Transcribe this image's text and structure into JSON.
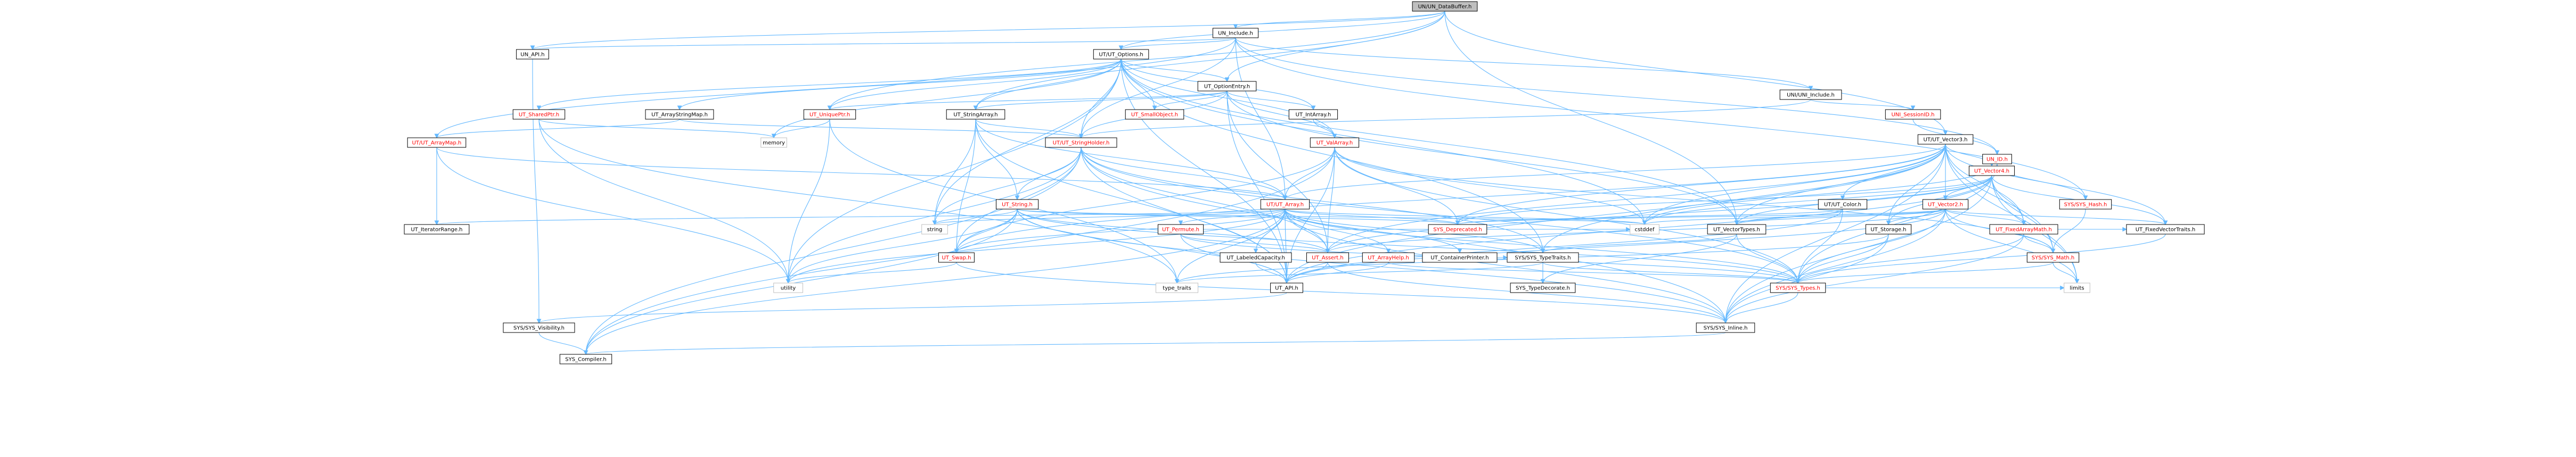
{
  "graph": {
    "nodes": [
      {
        "id": "root",
        "label": "UN/UN_DataBuffer.h",
        "kind": "root"
      },
      {
        "id": "un_include",
        "label": "UN_Include.h",
        "kind": "normal"
      },
      {
        "id": "un_api",
        "label": "UN_API.h",
        "kind": "normal"
      },
      {
        "id": "ut_options",
        "label": "UT/UT_Options.h",
        "kind": "normal"
      },
      {
        "id": "uni_include",
        "label": "UNI/UNI_Include.h",
        "kind": "normal"
      },
      {
        "id": "ut_vector3",
        "label": "UT/UT_Vector3.h",
        "kind": "normal"
      },
      {
        "id": "ut_optionentry",
        "label": "UT_OptionEntry.h",
        "kind": "normal"
      },
      {
        "id": "ut_sharedptr",
        "label": "UT_SharedPtr.h",
        "kind": "red"
      },
      {
        "id": "ut_arraystringmap",
        "label": "UT_ArrayStringMap.h",
        "kind": "normal"
      },
      {
        "id": "ut_uniqueptr",
        "label": "UT_UniquePtr.h",
        "kind": "red"
      },
      {
        "id": "ut_stringarray",
        "label": "UT_StringArray.h",
        "kind": "normal"
      },
      {
        "id": "ut_smallobject",
        "label": "UT_SmallObject.h",
        "kind": "red"
      },
      {
        "id": "ut_intarray",
        "label": "UT_IntArray.h",
        "kind": "normal"
      },
      {
        "id": "uni_sessionid",
        "label": "UNI_SessionID.h",
        "kind": "red"
      },
      {
        "id": "un_id",
        "label": "UN_ID.h",
        "kind": "red"
      },
      {
        "id": "ut_arraymap",
        "label": "UT/UT_ArrayMap.h",
        "kind": "red"
      },
      {
        "id": "memory",
        "label": "memory",
        "kind": "sys"
      },
      {
        "id": "ut_stringholder",
        "label": "UT/UT_StringHolder.h",
        "kind": "red"
      },
      {
        "id": "ut_valarray",
        "label": "UT_ValArray.h",
        "kind": "red"
      },
      {
        "id": "ut_vector4",
        "label": "UT_Vector4.h",
        "kind": "red"
      },
      {
        "id": "ut_string",
        "label": "UT_String.h",
        "kind": "red"
      },
      {
        "id": "ut_array",
        "label": "UT/UT_Array.h",
        "kind": "red"
      },
      {
        "id": "ut_color",
        "label": "UT/UT_Color.h",
        "kind": "normal"
      },
      {
        "id": "ut_vector2",
        "label": "UT_Vector2.h",
        "kind": "red"
      },
      {
        "id": "sys_hash",
        "label": "SYS/SYS_Hash.h",
        "kind": "red"
      },
      {
        "id": "ut_iteratorrange",
        "label": "UT_IteratorRange.h",
        "kind": "normal"
      },
      {
        "id": "string",
        "label": "string",
        "kind": "sys"
      },
      {
        "id": "ut_permute",
        "label": "UT_Permute.h",
        "kind": "red"
      },
      {
        "id": "sys_deprecated",
        "label": "SYS_Deprecated.h",
        "kind": "red"
      },
      {
        "id": "cstddef",
        "label": "cstddef",
        "kind": "sys"
      },
      {
        "id": "ut_vectortypes",
        "label": "UT_VectorTypes.h",
        "kind": "normal"
      },
      {
        "id": "ut_storage",
        "label": "UT_Storage.h",
        "kind": "normal"
      },
      {
        "id": "ut_fixedarraymath",
        "label": "UT_FixedArrayMath.h",
        "kind": "red"
      },
      {
        "id": "ut_fixedvectortraits",
        "label": "UT_FixedVectorTraits.h",
        "kind": "normal"
      },
      {
        "id": "ut_swap",
        "label": "UT_Swap.h",
        "kind": "red"
      },
      {
        "id": "ut_labeledcapacity",
        "label": "UT_LabeledCapacity.h",
        "kind": "normal"
      },
      {
        "id": "ut_assert",
        "label": "UT_Assert.h",
        "kind": "red"
      },
      {
        "id": "ut_arrayhelp",
        "label": "UT_ArrayHelp.h",
        "kind": "red"
      },
      {
        "id": "ut_containerprinter",
        "label": "UT_ContainerPrinter.h",
        "kind": "normal"
      },
      {
        "id": "sys_typetraits",
        "label": "SYS/SYS_TypeTraits.h",
        "kind": "normal"
      },
      {
        "id": "sys_math",
        "label": "SYS/SYS_Math.h",
        "kind": "red"
      },
      {
        "id": "utility",
        "label": "utility",
        "kind": "sys"
      },
      {
        "id": "type_traits",
        "label": "type_traits",
        "kind": "sys"
      },
      {
        "id": "ut_api",
        "label": "UT_API.h",
        "kind": "normal"
      },
      {
        "id": "sys_typedecorate",
        "label": "SYS_TypeDecorate.h",
        "kind": "normal"
      },
      {
        "id": "sys_types",
        "label": "SYS/SYS_Types.h",
        "kind": "red"
      },
      {
        "id": "limits",
        "label": "limits",
        "kind": "sys"
      },
      {
        "id": "sys_visibility",
        "label": "SYS/SYS_Visibility.h",
        "kind": "normal"
      },
      {
        "id": "sys_inline",
        "label": "SYS/SYS_Inline.h",
        "kind": "normal"
      },
      {
        "id": "sys_compiler",
        "label": "SYS_Compiler.h",
        "kind": "normal"
      }
    ],
    "edges": [
      [
        "root",
        "un_include"
      ],
      [
        "root",
        "un_api"
      ],
      [
        "root",
        "ut_options"
      ],
      [
        "root",
        "ut_stringarray"
      ],
      [
        "root",
        "ut_uniqueptr"
      ],
      [
        "root",
        "ut_optionentry"
      ],
      [
        "root",
        "ut_vector3"
      ],
      [
        "root",
        "ut_vectortypes"
      ],
      [
        "un_include",
        "un_api"
      ],
      [
        "un_include",
        "ut_options"
      ],
      [
        "un_include",
        "uni_include"
      ],
      [
        "un_include",
        "ut_arraymap"
      ],
      [
        "un_include",
        "ut_stringholder"
      ],
      [
        "un_include",
        "ut_array"
      ],
      [
        "un_include",
        "un_id"
      ],
      [
        "un_include",
        "sys_hash"
      ],
      [
        "un_api",
        "sys_visibility"
      ],
      [
        "ut_options",
        "ut_optionentry"
      ],
      [
        "ut_options",
        "ut_sharedptr"
      ],
      [
        "ut_options",
        "ut_arraystringmap"
      ],
      [
        "ut_options",
        "ut_uniqueptr"
      ],
      [
        "ut_options",
        "ut_stringarray"
      ],
      [
        "ut_options",
        "ut_smallobject"
      ],
      [
        "ut_options",
        "ut_intarray"
      ],
      [
        "ut_options",
        "ut_stringholder"
      ],
      [
        "ut_options",
        "ut_valarray"
      ],
      [
        "ut_options",
        "ut_vectortypes"
      ],
      [
        "ut_options",
        "ut_api"
      ],
      [
        "ut_options",
        "utility"
      ],
      [
        "ut_options",
        "string"
      ],
      [
        "ut_options",
        "memory"
      ],
      [
        "ut_options",
        "cstddef"
      ],
      [
        "ut_options",
        "sys_typetraits"
      ],
      [
        "ut_optionentry",
        "ut_uniqueptr"
      ],
      [
        "ut_optionentry",
        "ut_stringarray"
      ],
      [
        "ut_optionentry",
        "ut_smallobject"
      ],
      [
        "ut_optionentry",
        "ut_intarray"
      ],
      [
        "ut_optionentry",
        "ut_stringholder"
      ],
      [
        "ut_optionentry",
        "ut_valarray"
      ],
      [
        "ut_optionentry",
        "ut_vectortypes"
      ],
      [
        "ut_optionentry",
        "ut_api"
      ],
      [
        "ut_optionentry",
        "ut_assert"
      ],
      [
        "ut_sharedptr",
        "memory"
      ],
      [
        "ut_sharedptr",
        "type_traits"
      ],
      [
        "ut_sharedptr",
        "utility"
      ],
      [
        "ut_arraystringmap",
        "ut_arraymap"
      ],
      [
        "ut_arraystringmap",
        "ut_stringholder"
      ],
      [
        "ut_uniqueptr",
        "memory"
      ],
      [
        "ut_uniqueptr",
        "type_traits"
      ],
      [
        "ut_uniqueptr",
        "utility"
      ],
      [
        "ut_stringarray",
        "ut_string"
      ],
      [
        "ut_stringarray",
        "ut_stringholder"
      ],
      [
        "ut_stringarray",
        "ut_array"
      ],
      [
        "ut_stringarray",
        "ut_swap"
      ],
      [
        "ut_stringarray",
        "ut_api"
      ],
      [
        "ut_stringarray",
        "string"
      ],
      [
        "ut_intarray",
        "ut_valarray"
      ],
      [
        "ut_valarray",
        "ut_array"
      ],
      [
        "ut_valarray",
        "ut_swap"
      ],
      [
        "ut_valarray",
        "ut_assert"
      ],
      [
        "ut_valarray",
        "ut_api"
      ],
      [
        "ut_valarray",
        "sys_math"
      ],
      [
        "ut_valarray",
        "sys_types"
      ],
      [
        "ut_valarray",
        "cstddef"
      ],
      [
        "ut_valarray",
        "sys_deprecated"
      ],
      [
        "ut_valarray",
        "sys_compiler"
      ],
      [
        "ut_arraymap",
        "ut_array"
      ],
      [
        "ut_arraymap",
        "ut_iteratorrange"
      ],
      [
        "ut_arraymap",
        "utility"
      ],
      [
        "ut_stringholder",
        "ut_array"
      ],
      [
        "ut_stringholder",
        "ut_string"
      ],
      [
        "ut_stringholder",
        "ut_swap"
      ],
      [
        "ut_stringholder",
        "sys_compiler"
      ],
      [
        "ut_stringholder",
        "sys_inline"
      ],
      [
        "ut_stringholder",
        "sys_typetraits"
      ],
      [
        "ut_stringholder",
        "string"
      ],
      [
        "ut_stringholder",
        "utility"
      ],
      [
        "ut_stringholder",
        "ut_api"
      ],
      [
        "ut_stringholder",
        "ut_assert"
      ],
      [
        "ut_stringholder",
        "sys_types"
      ],
      [
        "ut_string",
        "ut_api"
      ],
      [
        "ut_string",
        "ut_assert"
      ],
      [
        "ut_string",
        "ut_swap"
      ],
      [
        "ut_string",
        "sys_inline"
      ],
      [
        "ut_string",
        "sys_types"
      ],
      [
        "ut_string",
        "sys_deprecated"
      ],
      [
        "ut_string",
        "string"
      ],
      [
        "ut_string",
        "cstddef"
      ],
      [
        "ut_string",
        "utility"
      ],
      [
        "ut_string",
        "sys_compiler"
      ],
      [
        "ut_array",
        "ut_arrayhelp"
      ],
      [
        "ut_array",
        "ut_assert"
      ],
      [
        "ut_array",
        "ut_containerprinter"
      ],
      [
        "ut_array",
        "ut_iteratorrange"
      ],
      [
        "ut_array",
        "ut_labeledcapacity"
      ],
      [
        "ut_array",
        "ut_permute"
      ],
      [
        "ut_array",
        "ut_api"
      ],
      [
        "ut_array",
        "sys_compiler"
      ],
      [
        "ut_array",
        "sys_deprecated"
      ],
      [
        "ut_array",
        "sys_inline"
      ],
      [
        "ut_array",
        "sys_typetraits"
      ],
      [
        "ut_array",
        "sys_types"
      ],
      [
        "ut_array",
        "string"
      ],
      [
        "ut_array",
        "cstddef"
      ],
      [
        "ut_array",
        "utility"
      ],
      [
        "ut_array",
        "type_traits"
      ],
      [
        "ut_array",
        "ut_swap"
      ],
      [
        "ut_permute",
        "ut_api"
      ],
      [
        "ut_permute",
        "ut_assert"
      ],
      [
        "ut_permute",
        "sys_types"
      ],
      [
        "ut_permute",
        "cstddef"
      ],
      [
        "ut_arrayhelp",
        "ut_api"
      ],
      [
        "ut_arrayhelp",
        "sys_types"
      ],
      [
        "ut_labeledcapacity",
        "ut_api"
      ],
      [
        "ut_containerprinter",
        "sys_typetraits"
      ],
      [
        "ut_swap",
        "utility"
      ],
      [
        "ut_swap",
        "sys_inline"
      ],
      [
        "ut_assert",
        "ut_api"
      ],
      [
        "ut_assert",
        "sys_inline"
      ],
      [
        "ut_api",
        "sys_visibility"
      ],
      [
        "sys_typetraits",
        "sys_typedecorate"
      ],
      [
        "sys_typetraits",
        "sys_types"
      ],
      [
        "sys_typetraits",
        "type_traits"
      ],
      [
        "sys_types",
        "sys_inline"
      ],
      [
        "sys_types",
        "limits"
      ],
      [
        "sys_inline",
        "sys_compiler"
      ],
      [
        "sys_visibility",
        "sys_compiler"
      ],
      [
        "uni_include",
        "uni_sessionid"
      ],
      [
        "uni_include",
        "ut_stringholder"
      ],
      [
        "uni_sessionid",
        "un_id"
      ],
      [
        "un_id",
        "sys_hash"
      ],
      [
        "un_id",
        "sys_types"
      ],
      [
        "un_id",
        "cstddef"
      ],
      [
        "sys_hash",
        "sys_math"
      ],
      [
        "sys_math",
        "sys_types"
      ],
      [
        "sys_math",
        "limits"
      ],
      [
        "ut_vector3",
        "ut_vector4"
      ],
      [
        "ut_vector3",
        "ut_vector2"
      ],
      [
        "ut_vector3",
        "ut_assert"
      ],
      [
        "ut_vector3",
        "ut_fixedvectortraits"
      ],
      [
        "ut_vector3",
        "ut_storage"
      ],
      [
        "ut_vector3",
        "ut_vectortypes"
      ],
      [
        "ut_vector3",
        "sys_math"
      ],
      [
        "ut_vector3",
        "sys_deprecated"
      ],
      [
        "ut_vector3",
        "sys_inline"
      ],
      [
        "ut_vector3",
        "sys_typetraits"
      ],
      [
        "ut_vector3",
        "ut_api"
      ],
      [
        "ut_vector3",
        "ut_fixedarraymath"
      ],
      [
        "ut_vector3",
        "cstddef"
      ],
      [
        "ut_vector3",
        "limits"
      ],
      [
        "ut_vector3",
        "ut_color"
      ],
      [
        "ut_vector3",
        "ut_swap"
      ],
      [
        "ut_vector3",
        "ut_array"
      ],
      [
        "ut_vector4",
        "ut_vector2"
      ],
      [
        "ut_vector4",
        "ut_vectortypes"
      ],
      [
        "ut_vector4",
        "ut_storage"
      ],
      [
        "ut_vector4",
        "ut_assert"
      ],
      [
        "ut_vector4",
        "ut_fixedvectortraits"
      ],
      [
        "ut_vector4",
        "ut_fixedarraymath"
      ],
      [
        "ut_vector4",
        "sys_math"
      ],
      [
        "ut_vector4",
        "sys_inline"
      ],
      [
        "ut_vector4",
        "sys_deprecated"
      ],
      [
        "ut_vector4",
        "ut_api"
      ],
      [
        "ut_vector4",
        "cstddef"
      ],
      [
        "ut_vector4",
        "limits"
      ],
      [
        "ut_vector2",
        "ut_vectortypes"
      ],
      [
        "ut_vector2",
        "ut_storage"
      ],
      [
        "ut_vector2",
        "ut_assert"
      ],
      [
        "ut_vector2",
        "ut_fixedvectortraits"
      ],
      [
        "ut_vector2",
        "ut_fixedarraymath"
      ],
      [
        "ut_vector2",
        "sys_math"
      ],
      [
        "ut_vector2",
        "sys_inline"
      ],
      [
        "ut_vector2",
        "sys_deprecated"
      ],
      [
        "ut_vector2",
        "ut_api"
      ],
      [
        "ut_vector2",
        "cstddef"
      ],
      [
        "ut_vector2",
        "limits"
      ],
      [
        "ut_vector2",
        "sys_types"
      ],
      [
        "ut_color",
        "ut_vectortypes"
      ],
      [
        "ut_color",
        "ut_api"
      ],
      [
        "ut_color",
        "sys_types"
      ],
      [
        "ut_color",
        "sys_deprecated"
      ],
      [
        "ut_vectortypes",
        "sys_types"
      ],
      [
        "ut_vectortypes",
        "sys_typedecorate"
      ],
      [
        "ut_vectortypes",
        "sys_typetraits"
      ],
      [
        "ut_storage",
        "sys_types"
      ],
      [
        "ut_storage",
        "sys_inline"
      ],
      [
        "ut_storage",
        "type_traits"
      ],
      [
        "ut_fixedarraymath",
        "sys_math"
      ],
      [
        "ut_fixedarraymath",
        "sys_types"
      ],
      [
        "ut_fixedarraymath",
        "sys_inline"
      ],
      [
        "ut_fixedarraymath",
        "ut_fixedvectortraits"
      ],
      [
        "ut_fixedvectortraits",
        "sys_types"
      ]
    ]
  }
}
